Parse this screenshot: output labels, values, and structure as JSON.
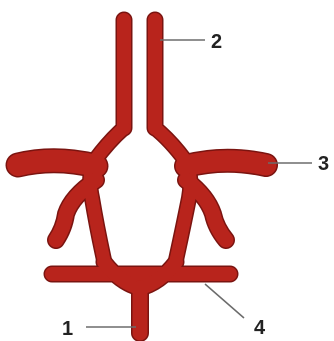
{
  "diagram": {
    "vessel_color": "#b8241c",
    "labels": [
      {
        "id": "1",
        "text": "1"
      },
      {
        "id": "2",
        "text": "2"
      },
      {
        "id": "3",
        "text": "3"
      },
      {
        "id": "4",
        "text": "4"
      }
    ]
  }
}
